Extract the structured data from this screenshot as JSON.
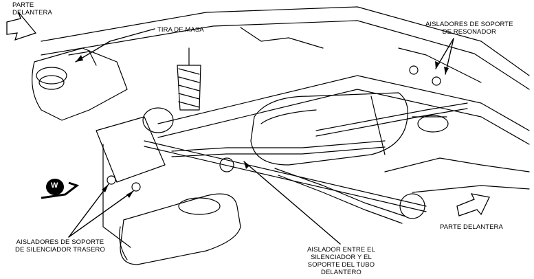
{
  "labels": {
    "front_top_left": "PARTE\nDELANTERA",
    "ground_strap": "TIRA DE MASA",
    "resonator_isolators": "AISLADORES DE SOPORTE\nDE RESONADOR",
    "rear_muffler_isolators": "AISLADORES DE SOPORTE\nDE SILENCIADOR TRASERO",
    "front_bottom_right": "PARTE DELANTERA",
    "muffler_pipe_isolator": "AISLADOR ENTRE EL\nSILENCIADOR Y EL\nSOPORTE DEL TUBO\nDELANTERO",
    "view_marker": "W"
  }
}
